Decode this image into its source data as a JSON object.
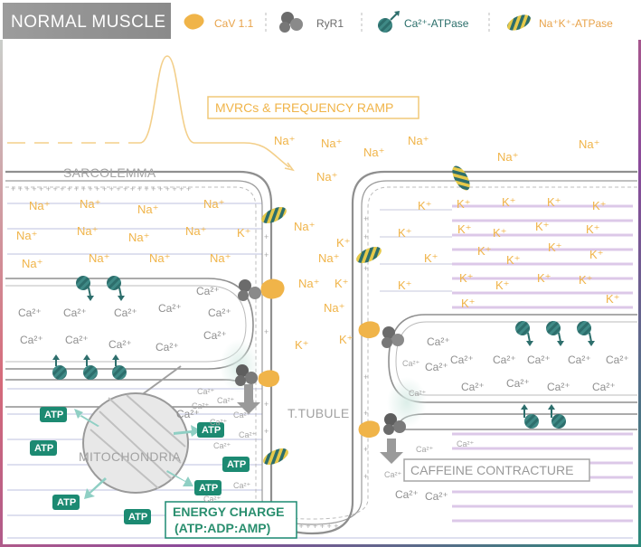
{
  "title": "NORMAL MUSCLE",
  "legend": {
    "cav": "CaV 1.1",
    "ryr": "RyR1",
    "ca_atpase": "Ca²⁺-ATPase",
    "nak_atpase": "Na⁺K⁺-ATPase"
  },
  "labels": {
    "mvrc": "MVRCs & FREQUENCY RAMP",
    "sarcolemma": "SARCOLEMMA",
    "ttubule": "T.TUBULE",
    "mitochondria": "MITOCHONDRIA",
    "caffeine": "CAFFEINE CONTRACTURE",
    "energy_line1": "ENERGY CHARGE",
    "energy_line2": "(ATP:ADP:AMP)"
  },
  "ions": {
    "na": "Na⁺",
    "k": "K⁺",
    "ca": "Ca²⁺",
    "atp": "ATP"
  },
  "colors": {
    "gray_wall": "#8a8a8a",
    "orange": "#f0b449",
    "teal": "#2d6e6c",
    "green": "#1c8a72",
    "purple_line": "#d9c6e6",
    "lavender_line": "#d4d6ea"
  }
}
